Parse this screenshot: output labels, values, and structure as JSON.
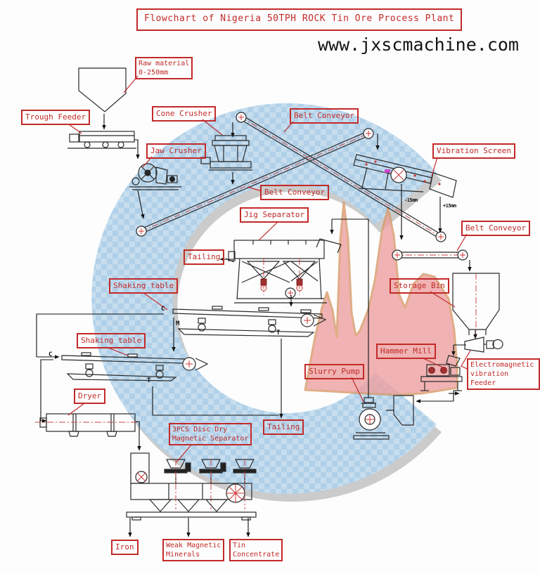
{
  "title": "Flowchart of Nigeria 50TPH ROCK Tin Ore Process Plant",
  "website": "www.jxscmachine.com",
  "labels": {
    "raw_material": "Raw material\n0-250mm",
    "trough_feeder": "Trough Feeder",
    "cone_crusher": "Cone Crusher",
    "jaw_crusher": "Jaw Crusher",
    "belt_conveyor_top": "Belt Conveyor",
    "belt_conveyor_mid": "Belt Conveyor",
    "belt_conveyor_right": "Belt Conveyor",
    "vibration_screen": "Vibration Screen",
    "jig_separator": "Jig Separator",
    "tailing_left": "Tailing",
    "storage_bin": "Storage Bin",
    "shaking_table_1": "Shaking table",
    "shaking_table_2": "Shaking table",
    "hammer_mill": "Hammer Mill",
    "slurry_pump": "Slurry Pump",
    "em_feeder": "Electromagnetic\nvibration Feeder",
    "dryer": "Dryer",
    "tailing_bottom": "Tailing",
    "mag_separator": "3PCS Disc Dry\nMagnetic Separator",
    "iron": "Iron",
    "weak_magnetic": "Weak Magnetic\nMinerals",
    "tin_concentrate": "Tin\nConcentrate"
  },
  "annotations": {
    "undersize": "-15mm",
    "oversize": "+15mm",
    "table1_concentrate": "C",
    "table1_middling": "M",
    "table1_tailing": "T",
    "table2_concentrate": "C",
    "table2_tailing": "T"
  },
  "colors": {
    "label_red": "#c22a29",
    "watermark_blue": "#aecfe8",
    "watermark_shadow": "#9a9a9a",
    "mountain_fill": "#eda0a0",
    "mountain_edge": "#d89a6a",
    "centerline_red": "#c84848",
    "line_black": "#2a2a2a"
  }
}
